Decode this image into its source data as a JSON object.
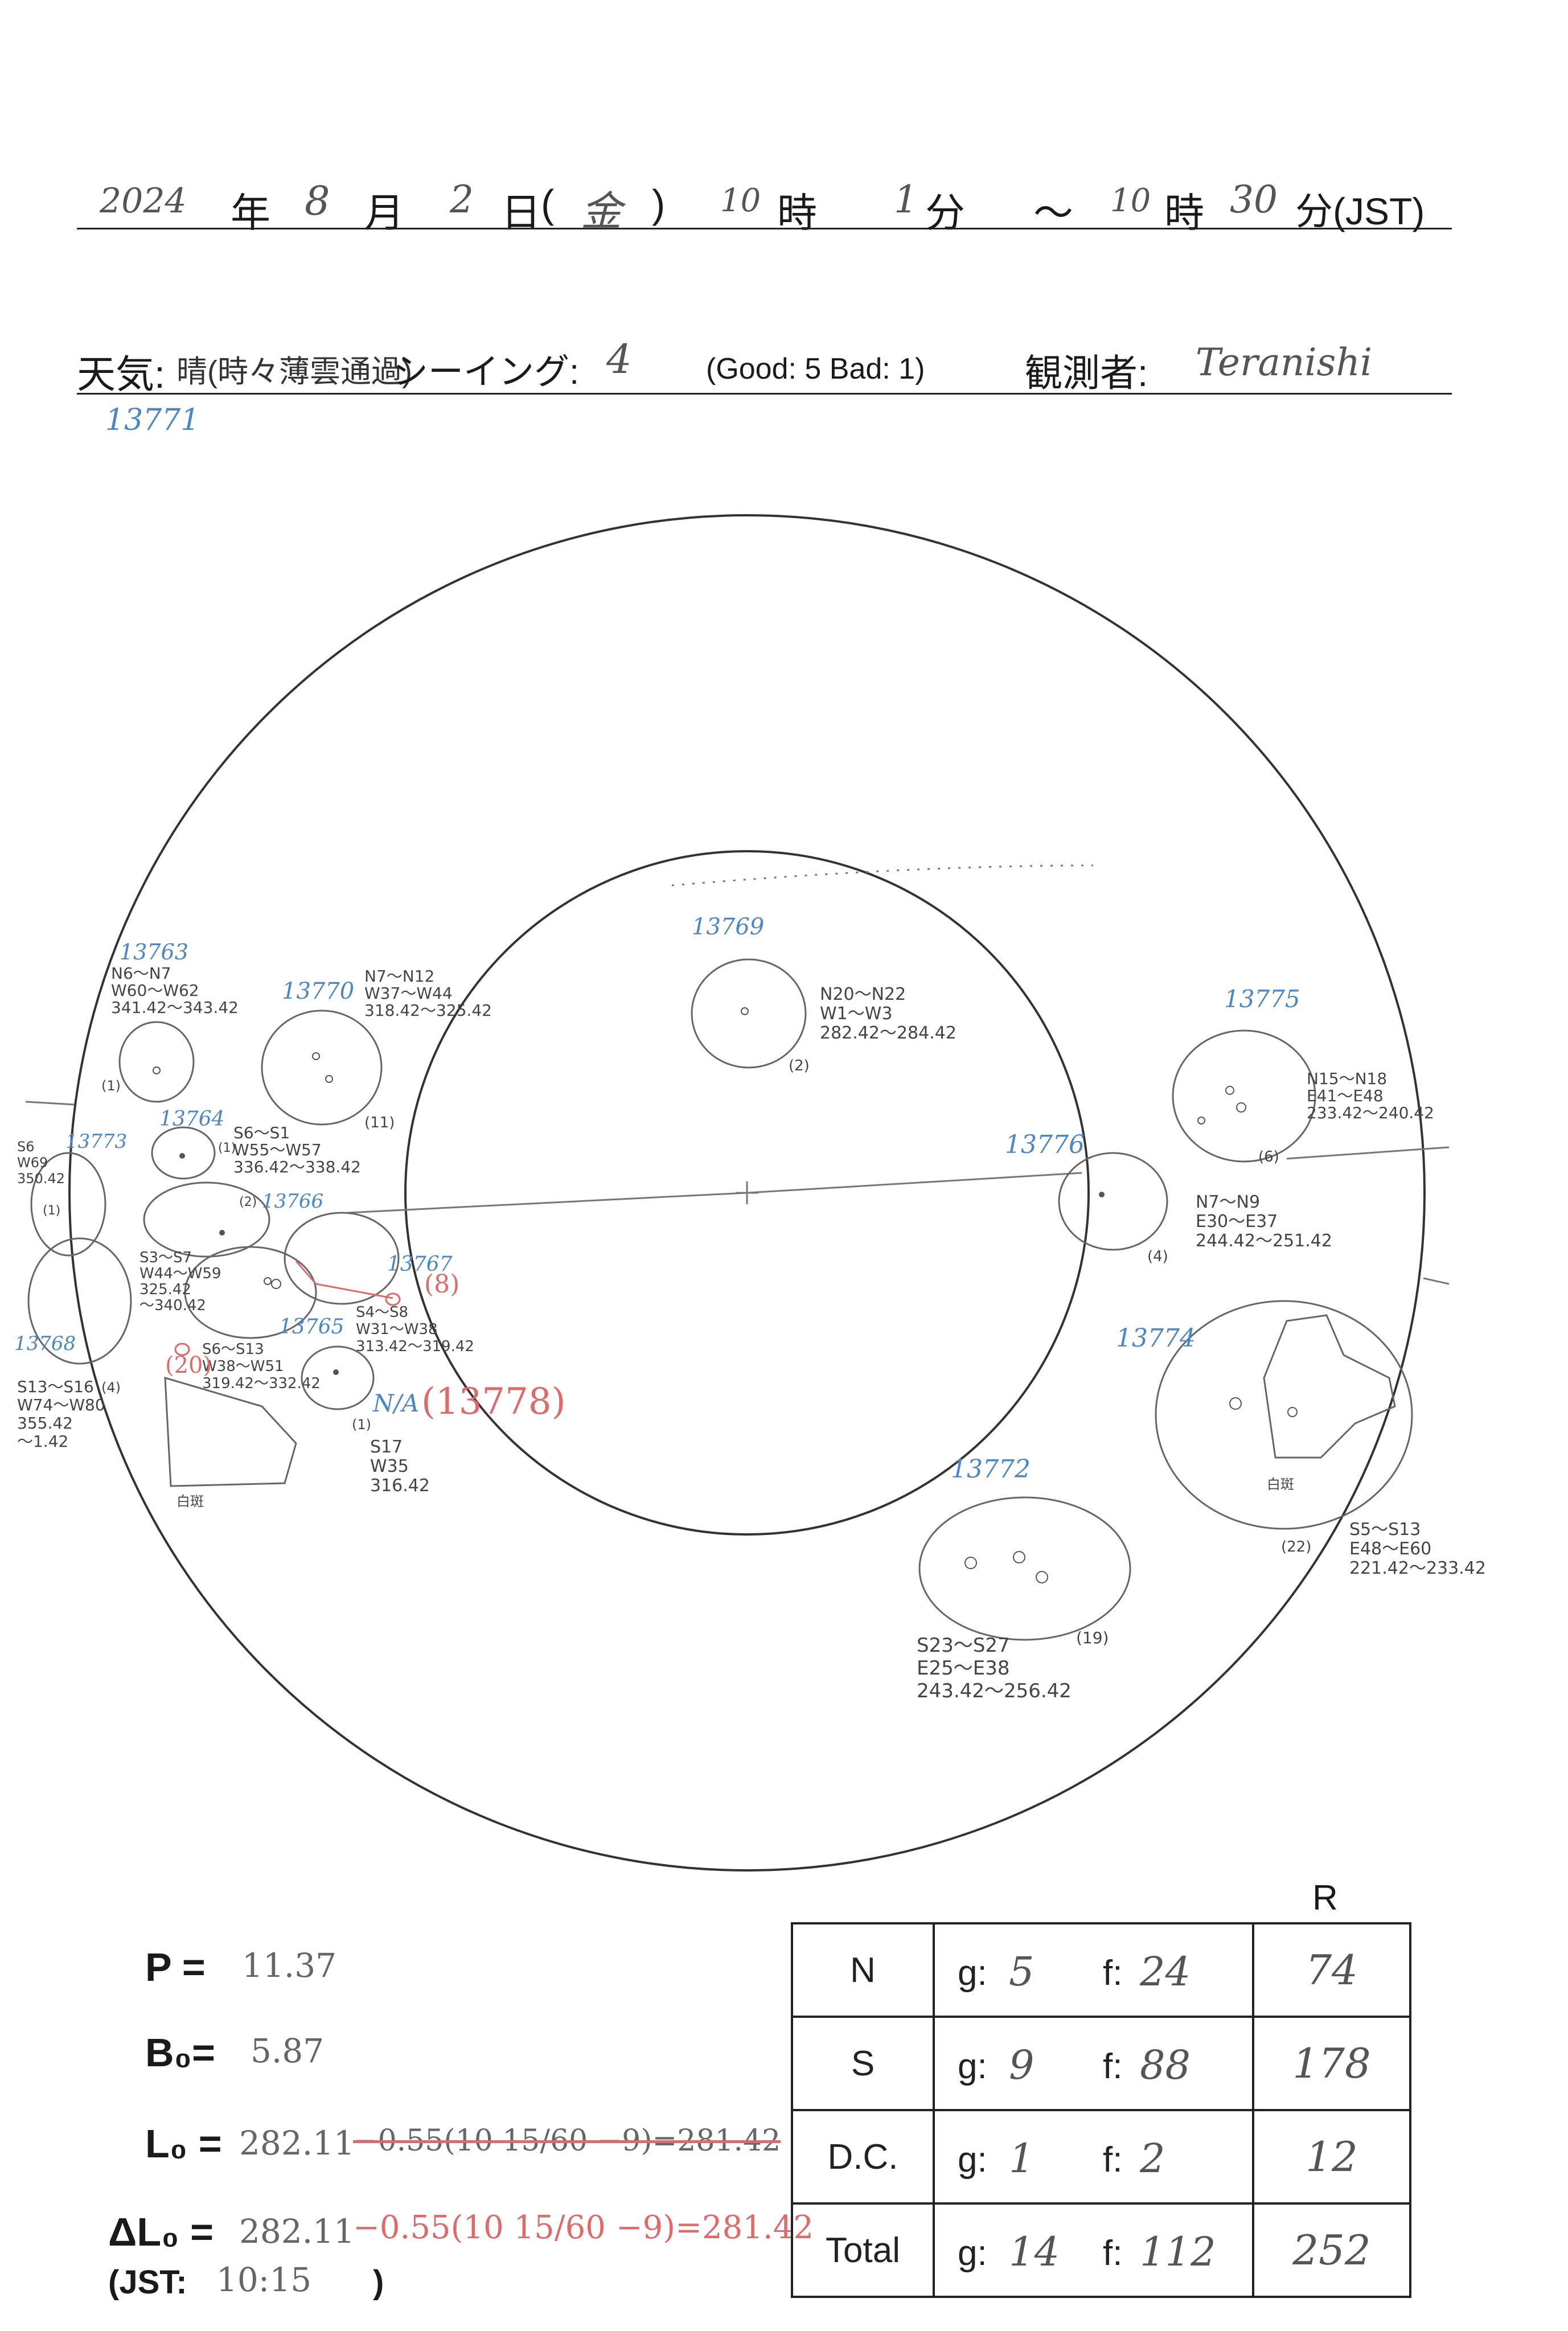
{
  "header": {
    "year": "2024",
    "year_unit": "年",
    "month": "8",
    "month_unit": "月",
    "day": "2",
    "day_unit": "日",
    "weekday_open": "(",
    "weekday": "金",
    "weekday_close": ")",
    "start_hour": "10",
    "hour_unit": "時",
    "start_min": "1",
    "min_unit": "分",
    "tilde": "～",
    "end_hour": "10",
    "end_hour_unit": "時",
    "end_min": "30",
    "end_min_unit": "分(JST)"
  },
  "conditions": {
    "weather_label": "天気:",
    "weather_value": "晴(時々薄雲通過)",
    "seeing_label": "シーイング:",
    "seeing_value": "4",
    "seeing_scale": "(Good: 5  Bad: 1)",
    "observer_label": "観測者:",
    "observer_value": "Teranishi"
  },
  "regions": [
    {
      "id": "r13771",
      "label": "13771"
    },
    {
      "id": "r13769",
      "label": "13769",
      "lines": [
        "N20～N22",
        "W1～W3",
        "282.42～284.42"
      ],
      "count": "(2)"
    },
    {
      "id": "r13763",
      "label": "13763",
      "lines": [
        "N6～N7",
        "W60～W62",
        "341.42～343.42"
      ],
      "count": "(1)"
    },
    {
      "id": "r13770",
      "label": "13770",
      "lines": [
        "N7～N12",
        "W37～W44",
        "318.42～325.42"
      ],
      "count": "(11)"
    },
    {
      "id": "r13775",
      "label": "13775",
      "lines": [
        "N15～N18",
        "E41～E48",
        "233.42～240.42"
      ],
      "count": "(6)"
    },
    {
      "id": "r13764",
      "label": "13764",
      "lines": [
        "S6～S1",
        "W55～W57",
        "336.42～338.42"
      ],
      "count": "(1)"
    },
    {
      "id": "r13773",
      "label": "13773",
      "lines": [
        "S6",
        "W69",
        "350.42"
      ],
      "count": "(1)"
    },
    {
      "id": "r13766",
      "label": "13766",
      "lines": [
        "S3～S7",
        "W44～W59",
        "325.42",
        "～340.42"
      ],
      "count": "(2)"
    },
    {
      "id": "r13776",
      "label": "13776",
      "lines": [
        "N7～N9",
        "E30～E37",
        "244.42～251.42"
      ],
      "count": "(4)"
    },
    {
      "id": "r13767",
      "label": "13767",
      "lines": [
        "S4～S8",
        "W31～W38",
        "313.42～319.42"
      ],
      "count": "(8)"
    },
    {
      "id": "r13765",
      "label": "13765",
      "lines": [
        "S6～S13",
        "W38～W51",
        "319.42～332.42"
      ],
      "count": "(20)"
    },
    {
      "id": "r13768",
      "label": "13768",
      "lines": [
        "S13～S16",
        "W74～W80",
        "355.42",
        "～1.42"
      ],
      "count": "(4)"
    },
    {
      "id": "r13774",
      "label": "13774",
      "lines": [
        "S5～S13",
        "E48～E60",
        "221.42～233.42"
      ],
      "count": "(22)"
    },
    {
      "id": "r13772",
      "label": "13772",
      "lines": [
        "S23～S27",
        "E25～E38",
        "243.42～256.42"
      ],
      "count": "(19)"
    },
    {
      "id": "rna",
      "label": "N/A",
      "lines": [
        "S17",
        "W35",
        "316.42"
      ],
      "count": "(1)"
    }
  ],
  "annotations": {
    "na_red": "(13778)",
    "faculae": "白斑",
    "count_13770": "(11)",
    "count_13776": "(4)"
  },
  "params": {
    "p_label": "P =",
    "p_value": "11.37",
    "b_label": "B₀=",
    "b_value": "5.87",
    "l_label": "L₀ =",
    "l_value": "282.11",
    "l_struck": "−0.55(10 15/60 −9)=281.42",
    "dl_label": "ΔL₀ =",
    "dl_value": "282.11",
    "dl_red": "−0.55(10 15/60 −9)=281.42",
    "jst_label": "(JST:",
    "jst_value": "10:15",
    "jst_close": ")"
  },
  "summary": {
    "r_header": "R",
    "g_label": "g:",
    "f_label": "f:",
    "rows": [
      {
        "label": "N",
        "g": "5",
        "f": "24",
        "r": "74"
      },
      {
        "label": "S",
        "g": "9",
        "f": "88",
        "r": "178"
      },
      {
        "label": "D.C.",
        "g": "1",
        "f": "2",
        "r": "12"
      },
      {
        "label": "Total",
        "g": "14",
        "f": "112",
        "r": "252"
      }
    ]
  }
}
